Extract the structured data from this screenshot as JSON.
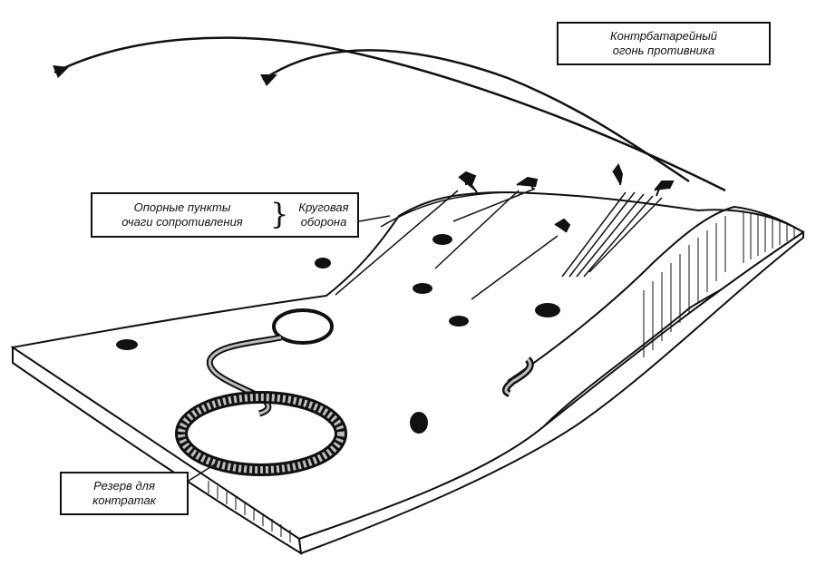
{
  "labels": {
    "counterfire": {
      "line1": "Контрбатарейный",
      "line2": "огонь противника"
    },
    "strongpoints": {
      "line1": "Опорные пункты",
      "line2": "очаги сопротивления"
    },
    "all_round": {
      "line1": "Круговая",
      "line2": "оборона"
    },
    "reserve": {
      "line1": "Резерв для",
      "line2": "контратак"
    }
  },
  "colors": {
    "ink": "#111111",
    "paper": "#ffffff",
    "trench_fill": "#bdbdbd"
  }
}
